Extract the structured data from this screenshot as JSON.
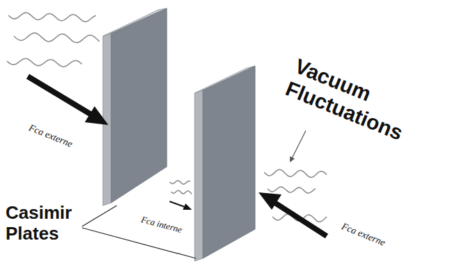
{
  "diagram": {
    "labels": [
      "Fca externe",
      "Vacuum Fluctuations",
      "Fca interne",
      "Casimir Plates",
      "Fca externe"
    ]
  }
}
